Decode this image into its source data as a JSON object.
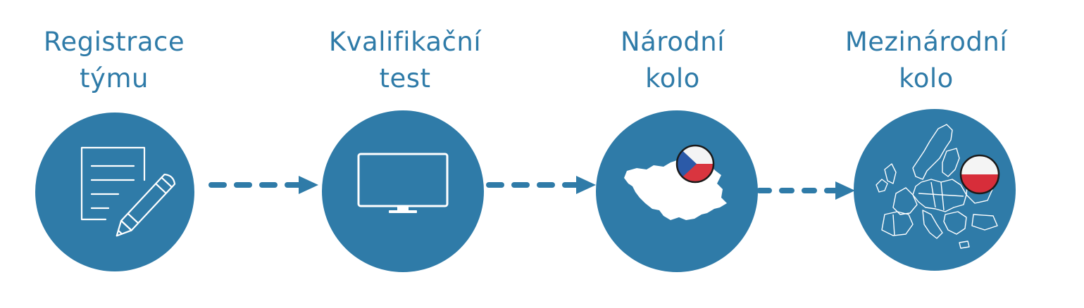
{
  "colors": {
    "primary": "#2f7ba8",
    "icon_stroke": "#ffffff",
    "flag_cz_blue": "#2b5aa8",
    "flag_cz_red": "#d9353f",
    "flag_pl_red": "#d72d3a",
    "flag_white": "#f4f4f4"
  },
  "steps": [
    {
      "title_line1": "Registrace",
      "title_line2": "týmu",
      "icon": "document-pencil-icon"
    },
    {
      "title_line1": "Kvalifikační",
      "title_line2": "test",
      "icon": "monitor-icon"
    },
    {
      "title_line1": "Národní",
      "title_line2": "kolo",
      "icon": "czech-map-icon",
      "flag": "czech-flag-icon"
    },
    {
      "title_line1": "Mezinárodní",
      "title_line2": "kolo",
      "icon": "europe-map-icon",
      "flag": "poland-flag-icon"
    }
  ]
}
